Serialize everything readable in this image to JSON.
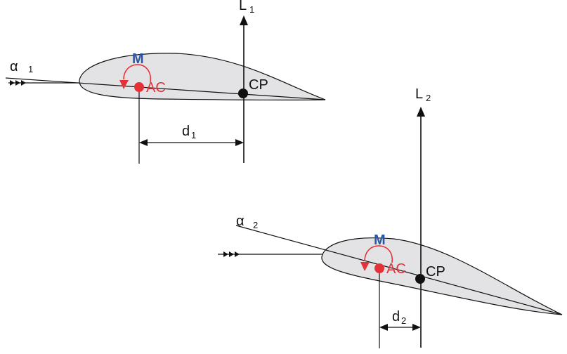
{
  "diagram": {
    "upper": {
      "angle_symbol": "α",
      "angle_subscript": "1",
      "lift_symbol": "L",
      "lift_subscript": "1",
      "moment_label": "M",
      "ac_label": "AC",
      "cp_label": "CP",
      "distance_symbol": "d",
      "distance_subscript": "1"
    },
    "lower": {
      "angle_symbol": "α",
      "angle_subscript": "2",
      "lift_symbol": "L",
      "lift_subscript": "2",
      "moment_label": "M",
      "ac_label": "AC",
      "cp_label": "CP",
      "distance_symbol": "d",
      "distance_subscript": "2"
    },
    "colors": {
      "airfoil_fill": "#e3e3e5",
      "line": "#111111",
      "moment_arrow": "#e53238",
      "moment_text": "#2855a8",
      "ac_point": "#e53238",
      "cp_point": "#111111"
    }
  }
}
